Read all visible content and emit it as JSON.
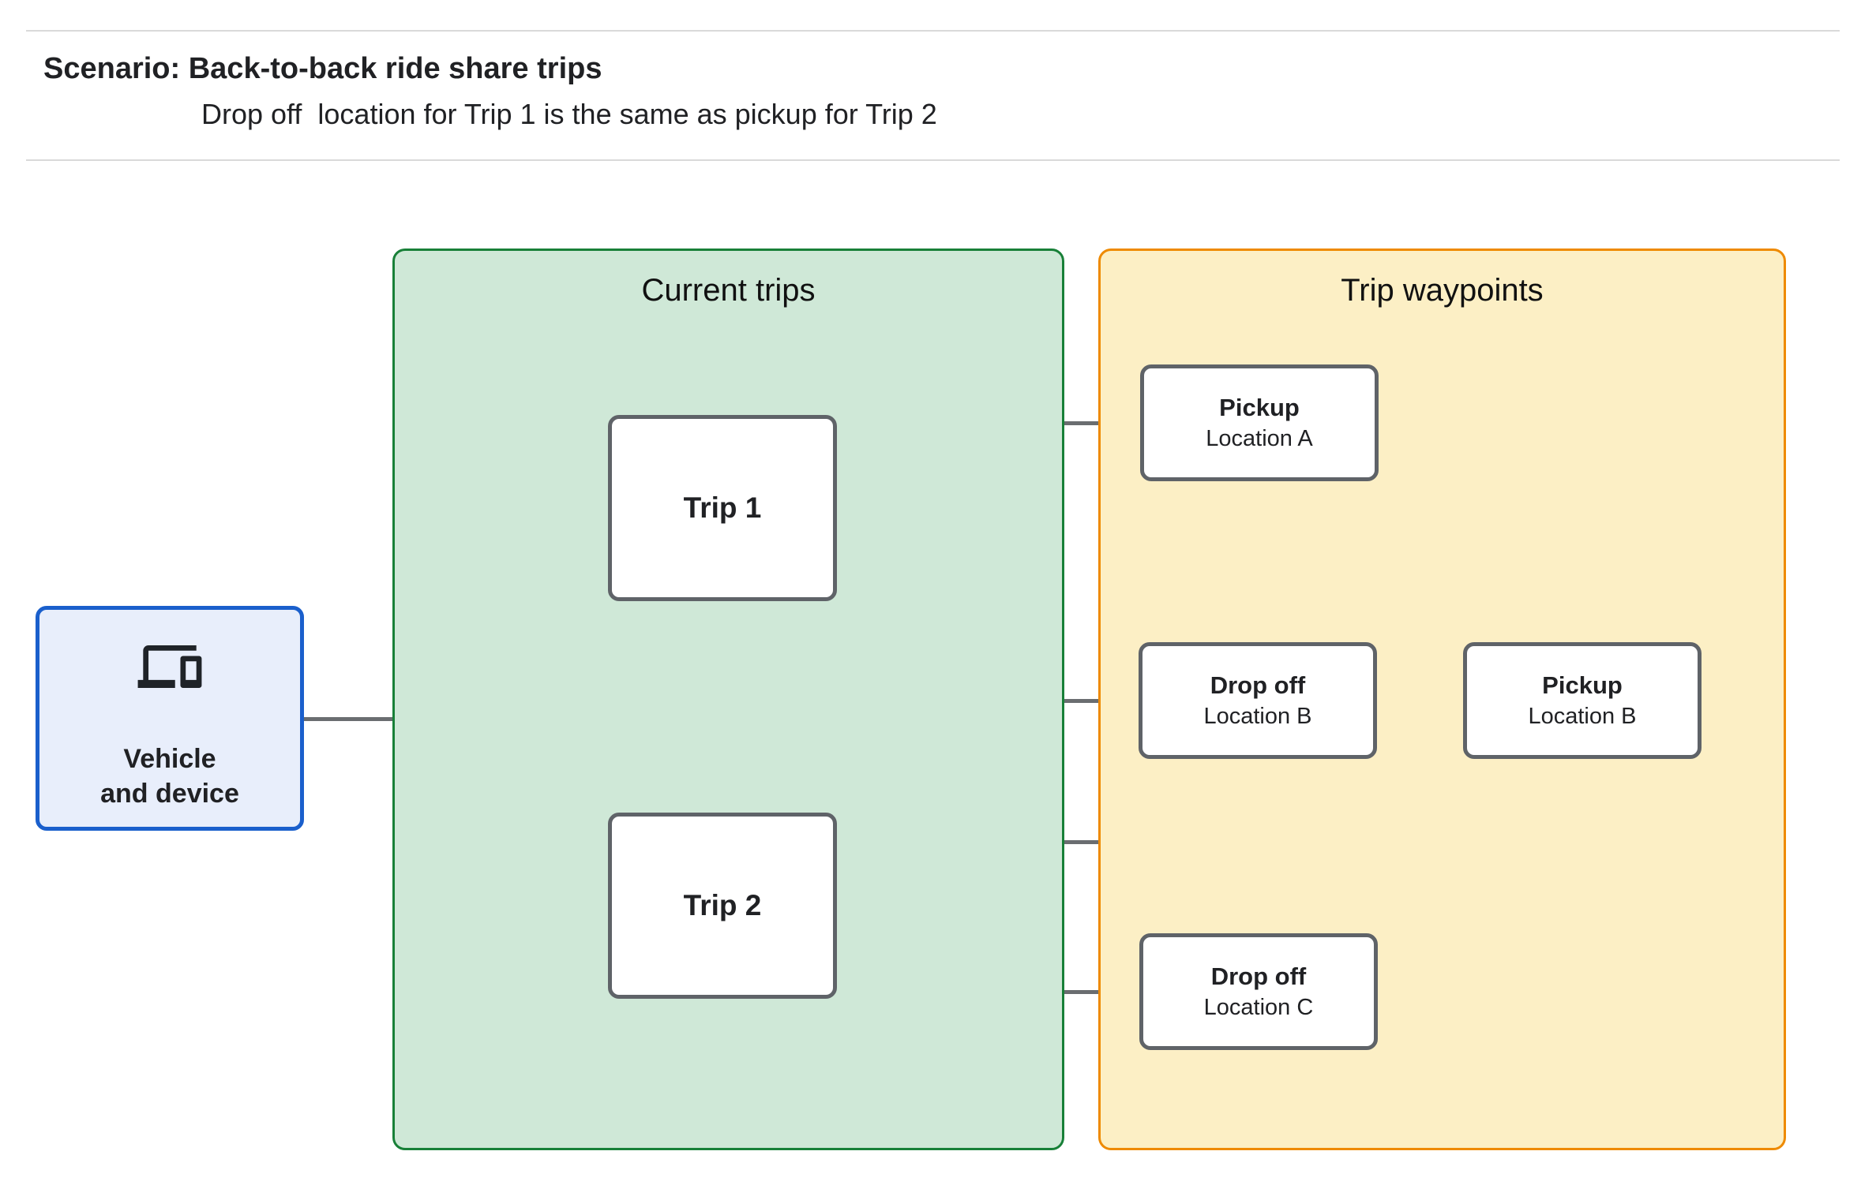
{
  "header": {
    "title": "Scenario: Back-to-back ride share trips",
    "subtitle": "Drop off  location for Trip 1 is the same as pickup for Trip 2"
  },
  "vehicle_node": {
    "icon": "devices-icon",
    "label_line1": "Vehicle",
    "label_line2": "and device"
  },
  "panels": {
    "current_trips": {
      "title": "Current trips",
      "nodes": [
        {
          "label": "Trip 1"
        },
        {
          "label": "Trip 2"
        }
      ]
    },
    "trip_waypoints": {
      "title": "Trip waypoints",
      "nodes": [
        {
          "title": "Pickup",
          "subtitle": "Location A"
        },
        {
          "title": "Drop off",
          "subtitle": "Location B"
        },
        {
          "title": "Pickup",
          "subtitle": "Location B"
        },
        {
          "title": "Drop off",
          "subtitle": "Location C"
        }
      ]
    }
  },
  "edges": [
    {
      "from": "vehicle-and-device",
      "to": "trip-1"
    },
    {
      "from": "vehicle-and-device",
      "to": "trip-2"
    },
    {
      "from": "trip-1",
      "to": "pickup-location-a"
    },
    {
      "from": "trip-1",
      "to": "dropoff-location-b"
    },
    {
      "from": "trip-2",
      "to": "pickup-location-b"
    },
    {
      "from": "trip-2",
      "to": "dropoff-location-c"
    }
  ],
  "colors": {
    "page_bg": "#ffffff",
    "divider": "#d9d9d9",
    "text": "#202124",
    "vehicle_fill": "#e8eefb",
    "vehicle_border": "#1a5fcc",
    "green_panel_fill": "#cfe8d7",
    "green_panel_border": "#188038",
    "orange_panel_fill": "#fcefc5",
    "orange_panel_border": "#ee8a00",
    "node_fill": "#ffffff",
    "node_border": "#5f6368",
    "connector": "#6a6d70"
  }
}
